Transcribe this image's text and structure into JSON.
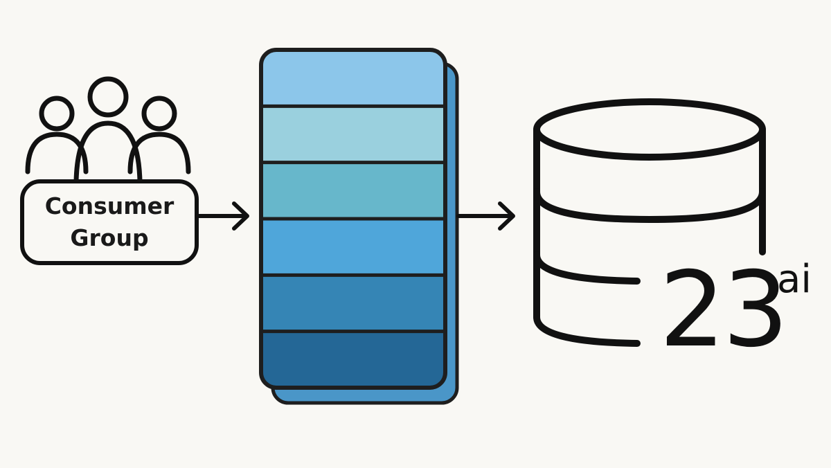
{
  "consumer_group": {
    "line1": "Consumer",
    "line2": "Group"
  },
  "queue": {
    "segment_colors": [
      "#8cc6ea",
      "#9ad0de",
      "#67b7cb",
      "#4fa6da",
      "#3585b5",
      "#246796"
    ],
    "back_card_color": "#4a96c8",
    "outline_color": "#1e1e1e"
  },
  "database": {
    "version_number": "23",
    "version_suffix": "ai"
  },
  "colors": {
    "background": "#f9f8f4",
    "stroke": "#111111"
  }
}
